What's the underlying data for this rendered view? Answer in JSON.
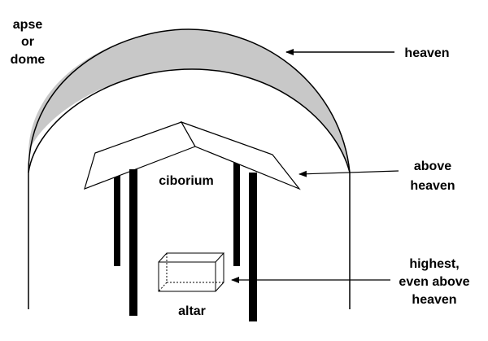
{
  "labels": {
    "apse": [
      "apse",
      "or",
      "dome"
    ],
    "heaven": "heaven",
    "above_heaven": [
      "above",
      "heaven"
    ],
    "highest": [
      "highest,",
      "even above",
      "heaven"
    ],
    "ciborium": "ciborium",
    "altar": "altar"
  },
  "colors": {
    "ink": "#000000",
    "dome_band_fill": "#c8c8c8",
    "background": "#ffffff"
  }
}
